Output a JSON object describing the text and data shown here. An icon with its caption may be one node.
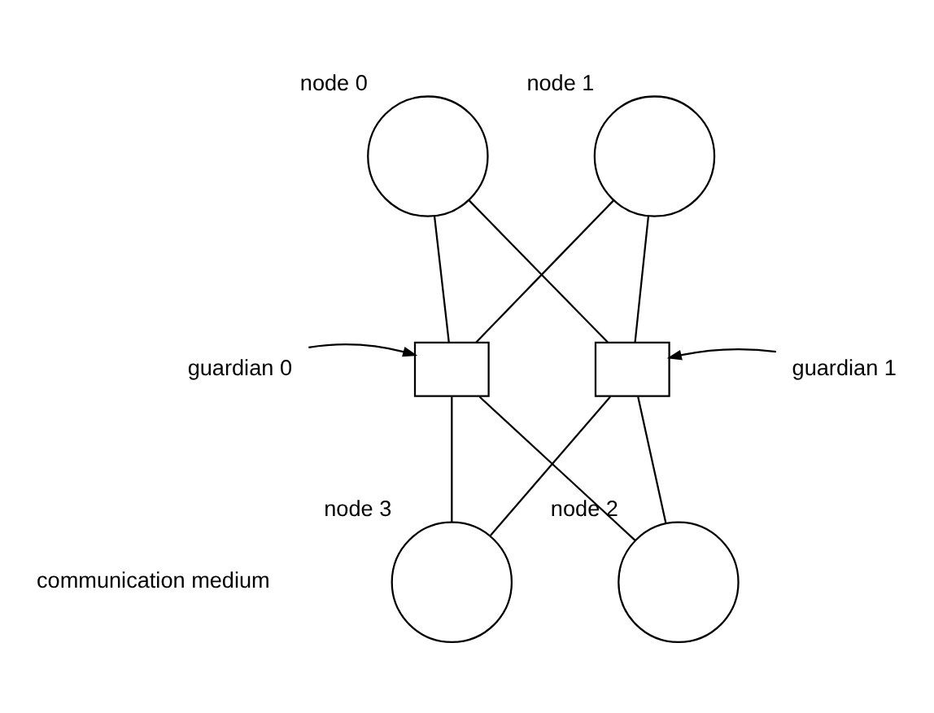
{
  "diagram": {
    "nodes": [
      {
        "text": [],
        "shape": "circle",
        "beside": [
          "node 0"
        ]
      },
      {
        "text": [],
        "shape": "circle",
        "beside": [
          "node 1"
        ]
      },
      {
        "text": [
          "guardian 0"
        ]
      },
      {
        "text": [],
        "shape": "box"
      },
      {
        "text": [],
        "shape": "box"
      },
      {
        "text": [
          "guardian 1"
        ]
      },
      {
        "text": [],
        "shape": "circle",
        "beside": [
          "node 3"
        ]
      },
      {
        "text": [],
        "shape": "circle",
        "beside": [
          "node 2"
        ]
      }
    ],
    "edges": [
      {
        "from": 0,
        "to": 3,
        "arrow": "none"
      },
      {
        "from": 0,
        "to": 4,
        "arrow": "none"
      },
      {
        "from": 1,
        "to": 3,
        "arrow": "none"
      },
      {
        "from": 1,
        "to": 4,
        "arrow": "none"
      },
      {
        "from": 2,
        "to": 3,
        "arrow": "to"
      },
      {
        "from": 5,
        "to": 4,
        "arrow": "to"
      },
      {
        "from": 3,
        "to": 6,
        "arrow": "none"
      },
      {
        "from": 3,
        "to": 7,
        "arrow": "none"
      },
      {
        "from": 4,
        "to": 6,
        "arrow": "none"
      },
      {
        "from": 4,
        "to": 7,
        "arrow": "none"
      }
    ],
    "labels": [
      "communication medium"
    ]
  }
}
